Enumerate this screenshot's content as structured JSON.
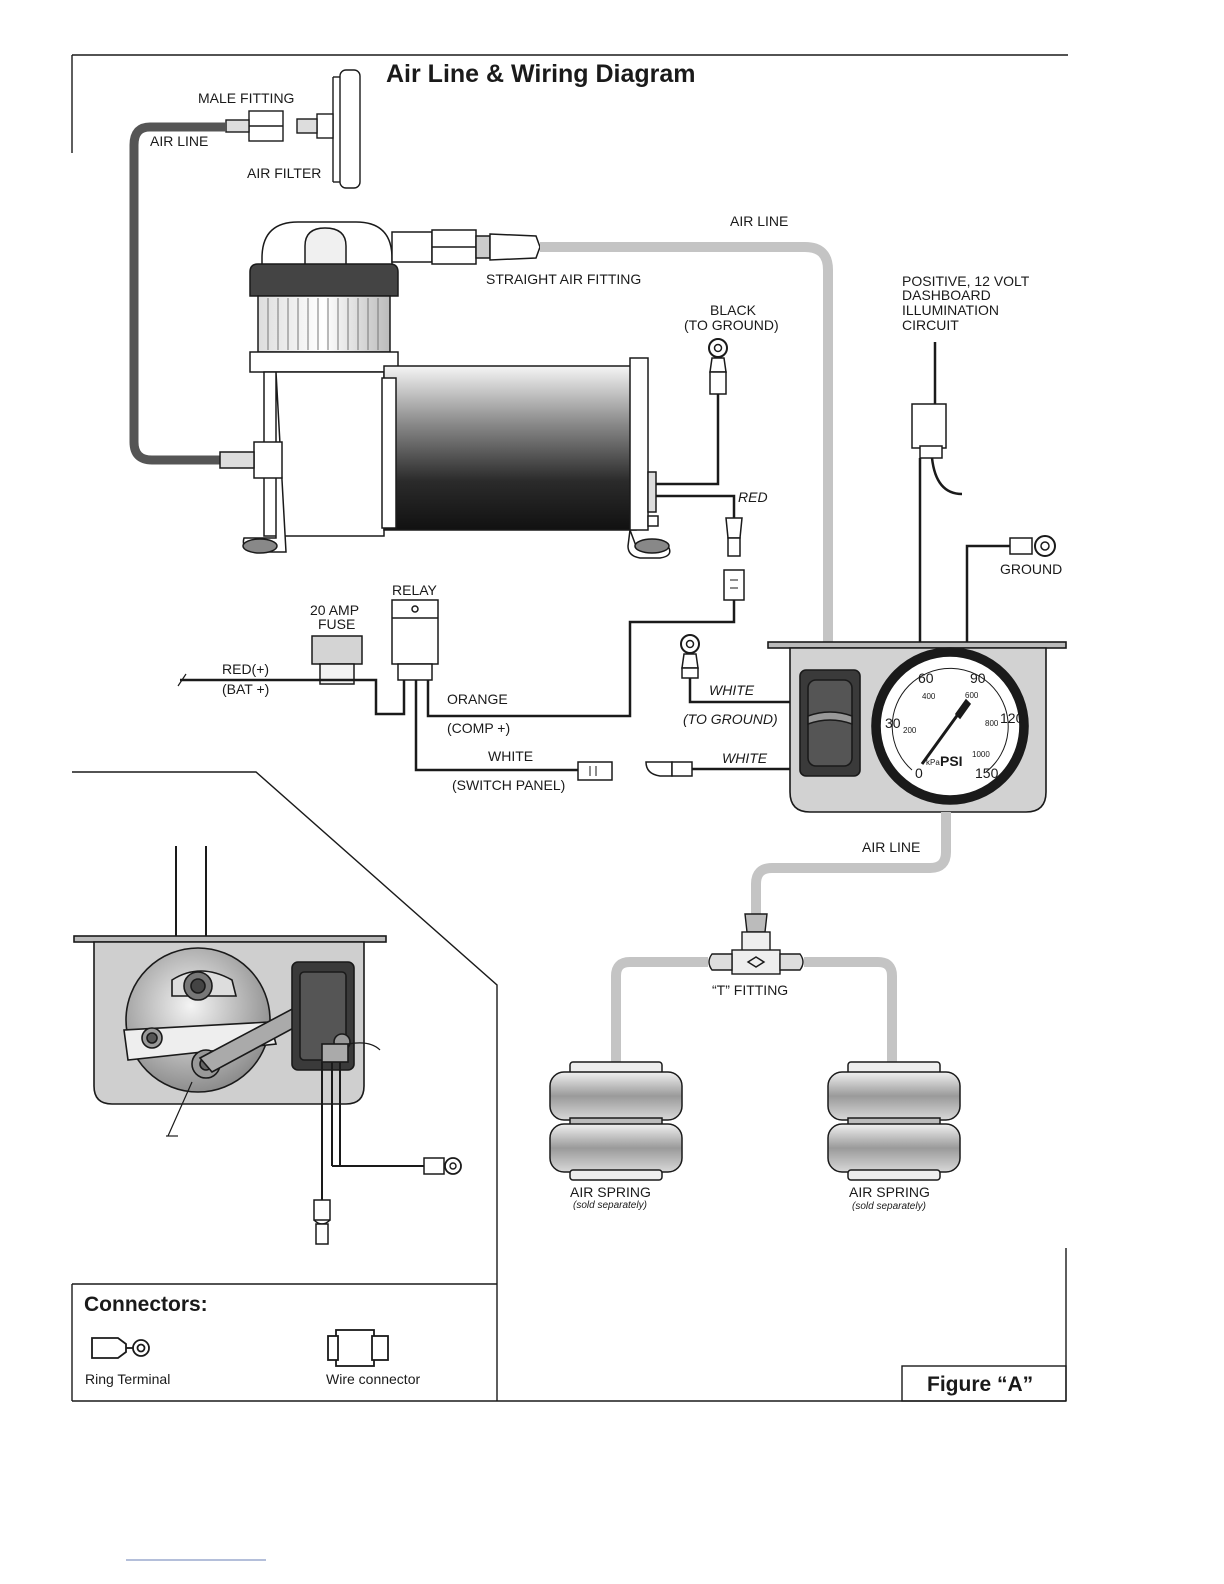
{
  "title": "Air Line & Wiring Diagram",
  "labels": {
    "male_fitting": "MALE  FITTING",
    "air_line_top": "AIR LINE",
    "air_filter": "AIR FILTER",
    "air_line_compressor": "AIR LINE",
    "straight_fitting": "STRAIGHT AIR FITTING",
    "black_1": "BLACK",
    "black_2": "(TO GROUND)",
    "positive_1": "POSITIVE, 12 VOLT",
    "positive_2": "DASHBOARD",
    "positive_3": "ILLUMINATION",
    "positive_4": "CIRCUIT",
    "red": "RED",
    "ground": "GROUND",
    "relay": "RELAY",
    "fuse_1": "20 AMP",
    "fuse_2": "FUSE",
    "red_bat_1": "RED(+)",
    "red_bat_2": "(BAT +)",
    "orange": "ORANGE",
    "comp": "(COMP +)",
    "white_switch": "WHITE",
    "switch_panel": "(SWITCH PANEL)",
    "white_ground": "WHITE",
    "to_ground": "(TO GROUND)",
    "white_gauge": "WHITE",
    "air_line_gauge": "AIR LINE",
    "t_fitting": "“T” FITTING",
    "air_spring_left": "AIR SPRING",
    "sold_left": "(sold separately)",
    "air_spring_right": "AIR SPRING",
    "sold_right": "(sold separately)"
  },
  "gauge": {
    "psi": "PSI",
    "ticks": [
      "0",
      "30",
      "60",
      "90",
      "120",
      "150"
    ],
    "kpa_ticks": [
      "200",
      "400",
      "600",
      "800",
      "1000"
    ],
    "unit_small": "kPa"
  },
  "connectors": {
    "heading": "Connectors:",
    "ring_terminal": "Ring Terminal",
    "wire_connector": "Wire connector"
  },
  "figure_label": "Figure “A”",
  "colors": {
    "ink": "#1a1a1a",
    "air_line": "#c4c4c4",
    "panel": "#d2d2d2",
    "compressor_dark": "#2a2a2a"
  }
}
